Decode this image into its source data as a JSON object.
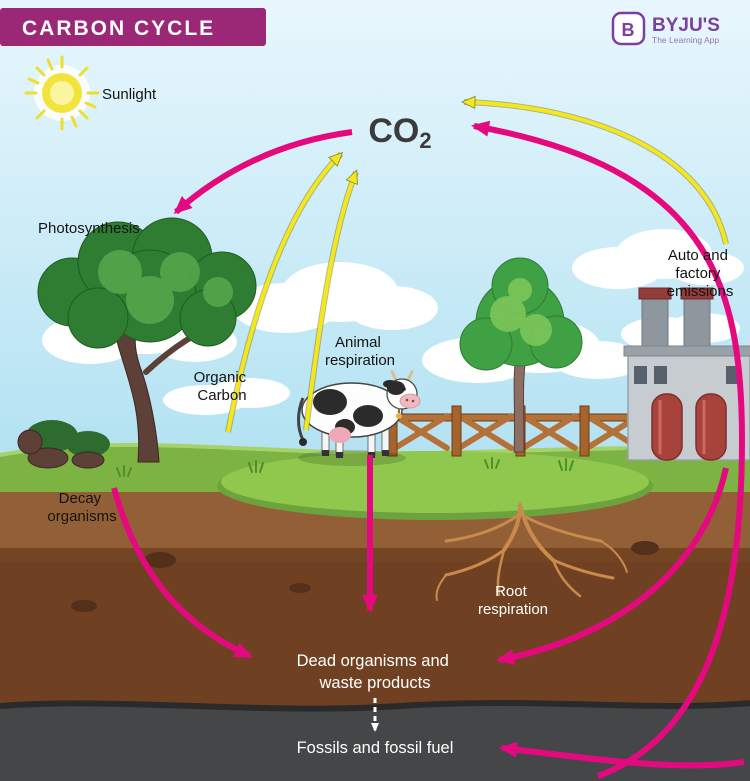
{
  "header": {
    "title": "CARBON CYCLE"
  },
  "logo": {
    "icon_letter": "B",
    "name": "BYJU'S",
    "tagline": "The Learning App"
  },
  "labels": {
    "sunlight": "Sunlight",
    "co2_main": "CO",
    "co2_sub": "2",
    "photosynthesis": "Photosynthesis",
    "organic_carbon": [
      "Organic",
      "Carbon"
    ],
    "animal_respiration": [
      "Animal",
      "respiration"
    ],
    "auto_factory_emissions": [
      "Auto and",
      "factory",
      "emissions"
    ],
    "decay_organisms": [
      "Decay",
      "organisms"
    ],
    "root_respiration": [
      "Root",
      "respiration"
    ],
    "dead_organisms": [
      "Dead organisms and",
      "waste products"
    ],
    "fossils": "Fossils and fossil fuel"
  },
  "colors": {
    "banner_magenta": "#9A2877",
    "brand_purple": "#7B3F9E",
    "arrow_magenta": "#E5097F",
    "arrow_yellow": "#F4E71C",
    "co2_text": "#3B3B3B",
    "sky_top": "#E8F7FD",
    "sky_bottom": "#B8E4F2",
    "grass": "#7CB342",
    "soil": "#6F4122",
    "bedrock": "#454647"
  }
}
